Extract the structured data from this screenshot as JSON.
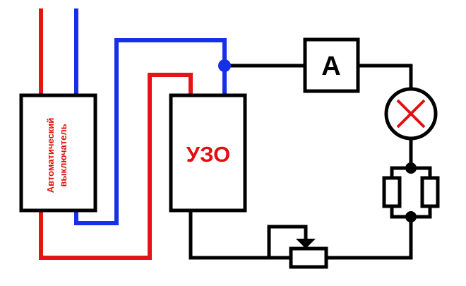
{
  "colors": {
    "phase": "#e41515",
    "neutral": "#1530e8",
    "circuit": "#000000",
    "label": "#e01010",
    "node_blue": "#1530e8",
    "node_black": "#000000"
  },
  "breaker": {
    "label_line1": "Автоматический",
    "label_line2": "выключатель"
  },
  "rcd": {
    "label": "УЗО"
  },
  "ammeter": {
    "label": "A"
  },
  "lamp": {
    "icon": "lamp-cross-icon"
  },
  "parallel_resistors": {
    "icon": "parallel-resistors-icon"
  },
  "rheostat": {
    "icon": "variable-resistor-icon"
  }
}
